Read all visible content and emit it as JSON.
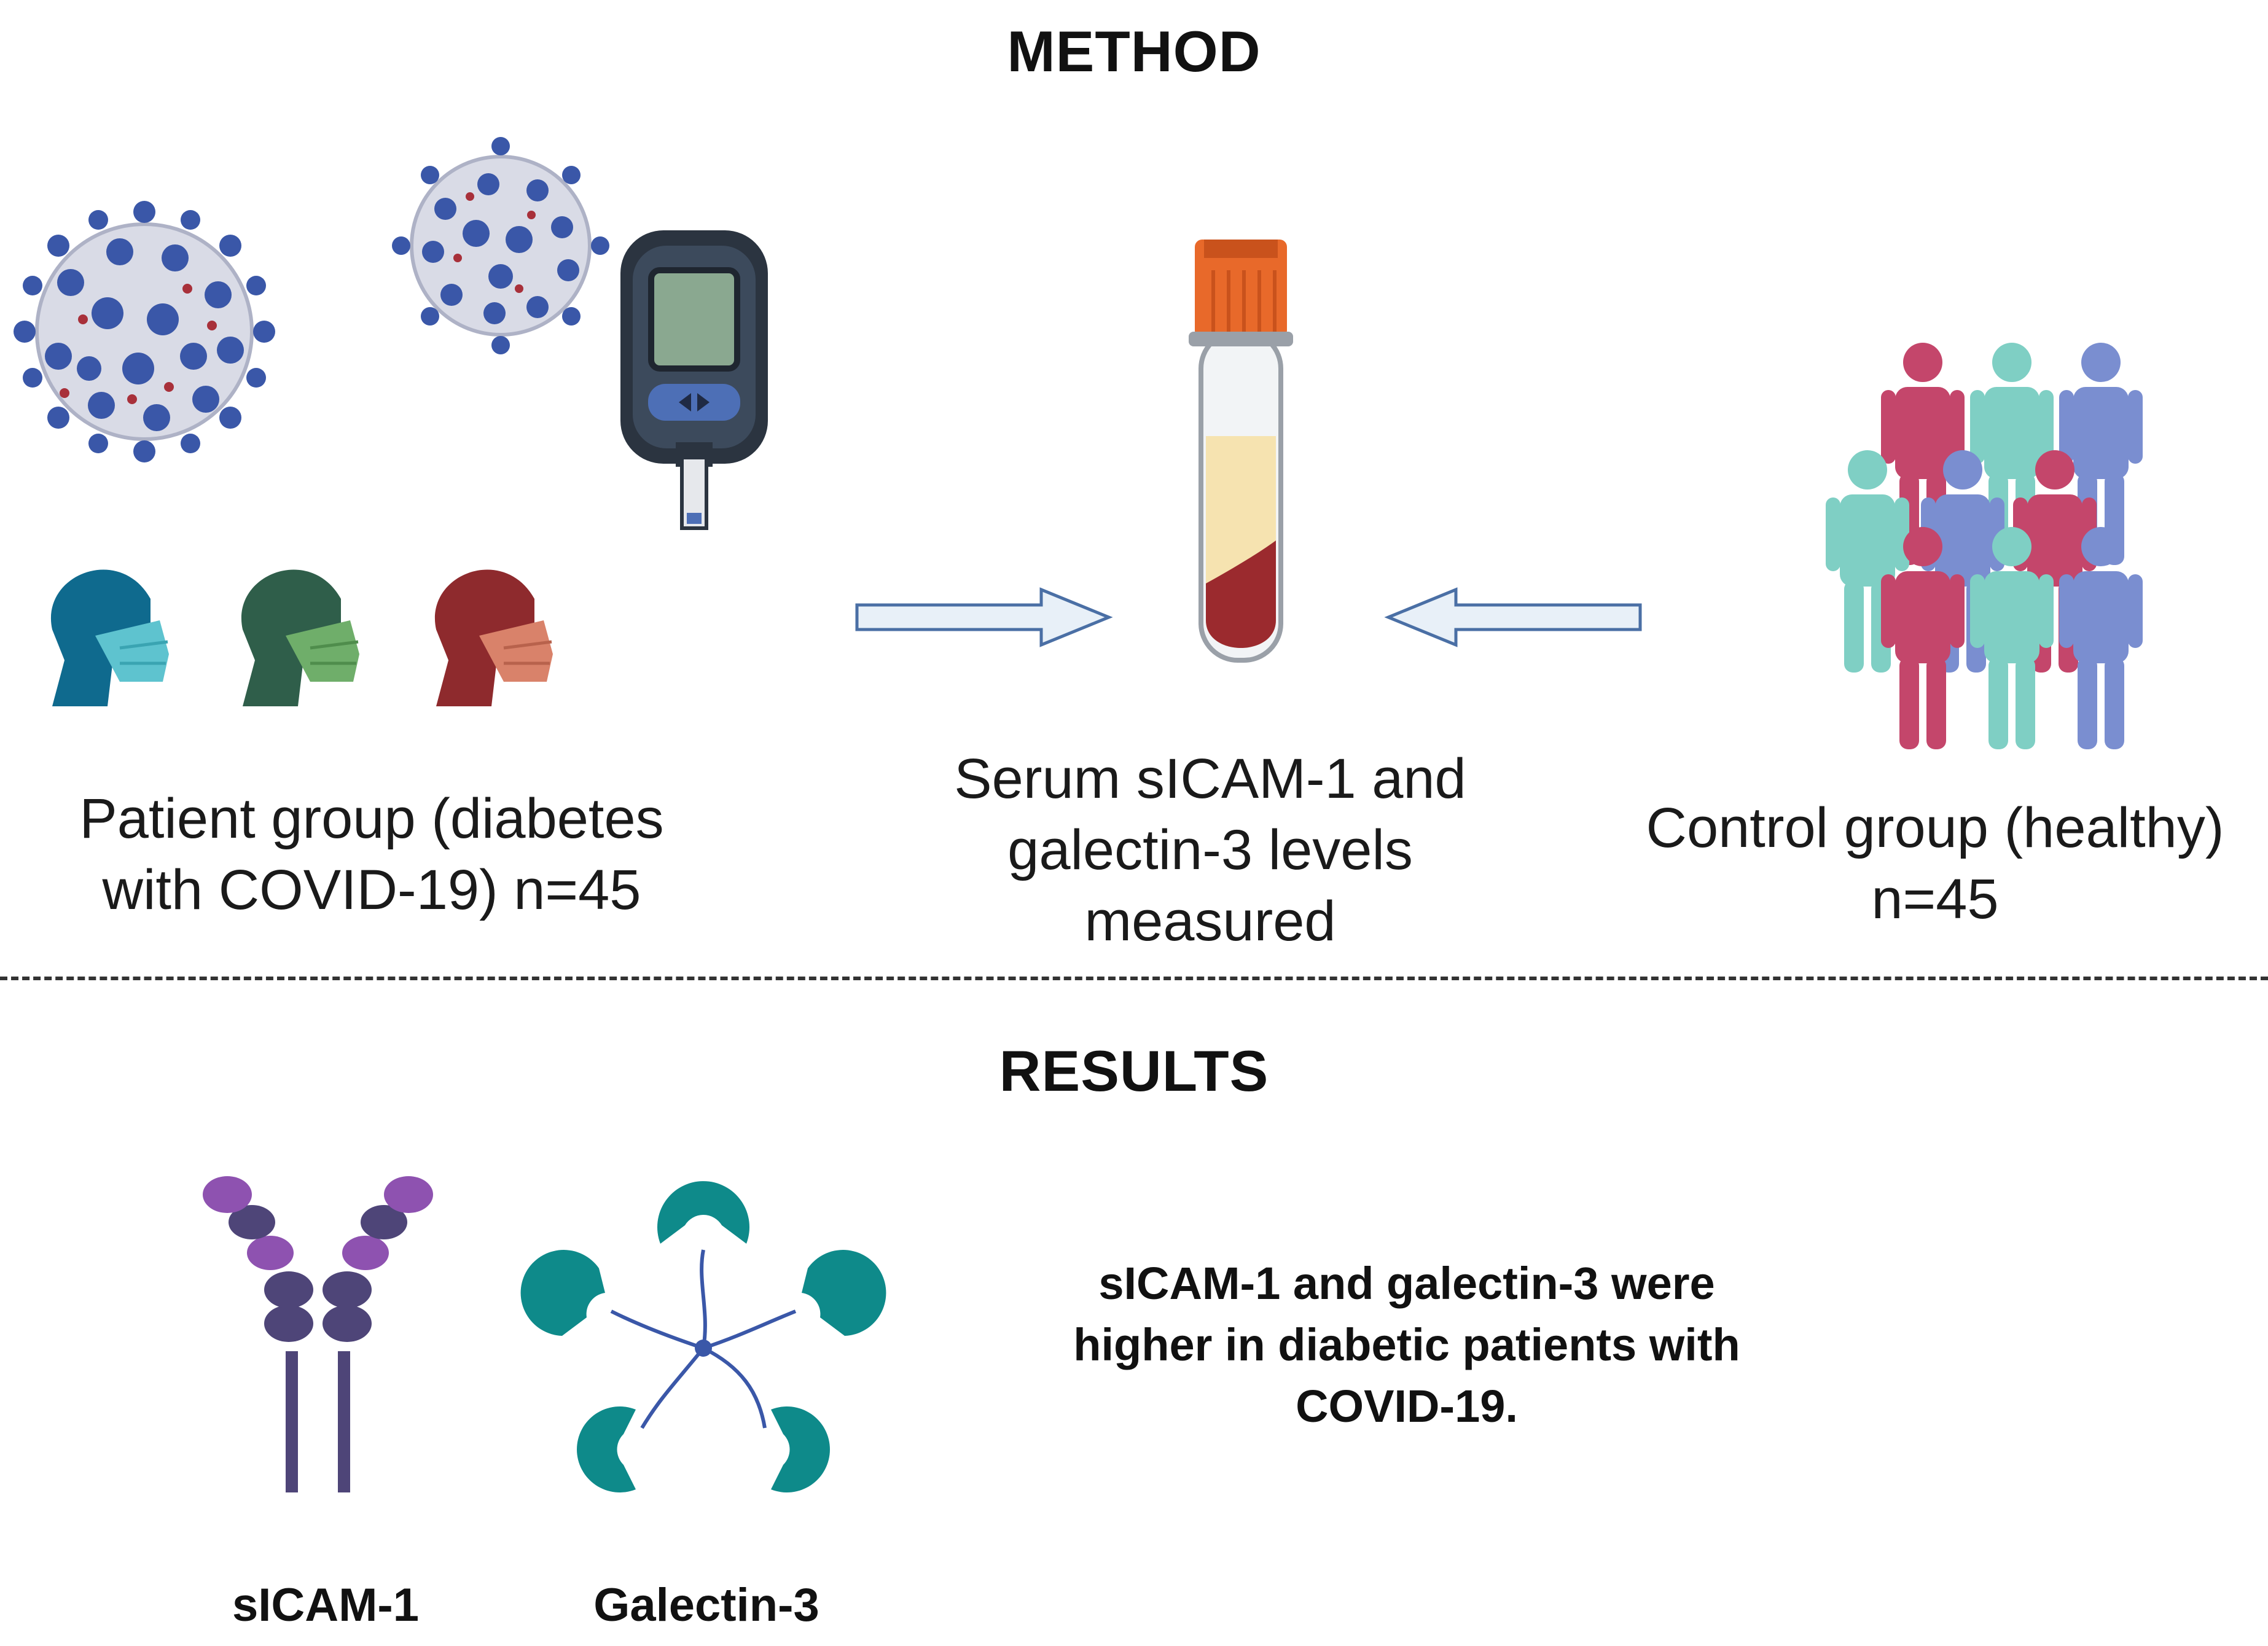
{
  "headings": {
    "method": "METHOD",
    "results": "RESULTS"
  },
  "patient_group": {
    "lines": [
      "Patient group (diabetes",
      "with COVID-19) n=45"
    ]
  },
  "serum": {
    "lines": [
      "Serum sICAM-1 and",
      "galectin-3 levels",
      "measured"
    ]
  },
  "control_group": {
    "lines": [
      "Control group (healthy)",
      "n=45"
    ]
  },
  "result": {
    "lines": [
      "sICAM-1 and galectin-3 were",
      "higher in diabetic patients with",
      "COVID-19."
    ]
  },
  "molecules": {
    "sicam_label": "sICAM-1",
    "galectin_label": "Galectin-3"
  },
  "colors": {
    "virus_body": "#d9dbe6",
    "virus_spike": "#3a57a8",
    "meter_body": "#2b3440",
    "screen": "#8aa890",
    "tube_cap": "#e8692a",
    "serum": "#f6e3b0",
    "blood": "#9b2a2e",
    "arrow_fill": "#e8f0f8",
    "arrow_stroke": "#4a6fa5",
    "head_blue": "#0f6a8e",
    "mask_blue": "#5ec3cf",
    "head_green": "#2f5e4a",
    "mask_green": "#6fae6a",
    "head_red": "#8e2a2d",
    "mask_red": "#d9826a",
    "person_pink": "#c4466b",
    "person_teal": "#7fcfc4",
    "person_blue": "#7a8ed0",
    "sicam_purple": "#8e52b0",
    "sicam_dark": "#4e4578",
    "galectin": "#0e8a8a"
  },
  "icons": [
    "virus-icon",
    "glucometer-icon",
    "blood-tube-icon",
    "masked-head-icon",
    "people-crowd-icon",
    "antibody-icon",
    "galectin-icon",
    "arrow-right-icon",
    "arrow-left-icon"
  ]
}
